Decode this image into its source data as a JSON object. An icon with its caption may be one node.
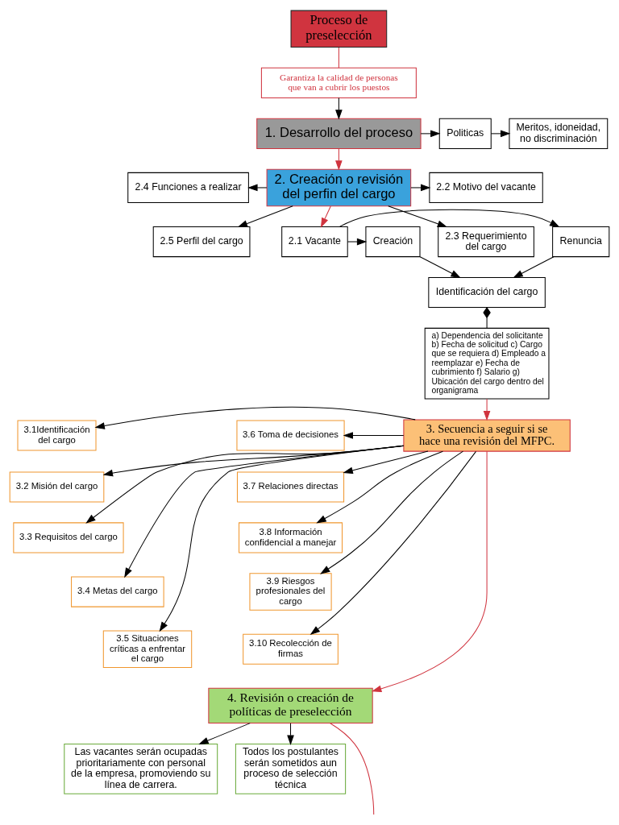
{
  "diagram": {
    "nodes": [
      {
        "text": [
          "Proceso de preselección"
        ]
      },
      {
        "text": [
          "Garantiza la calidad de personas que van a cubrir los puestos"
        ]
      },
      {
        "text": [
          "1. Desarrollo del proceso"
        ]
      },
      {
        "text": [
          "Politicas"
        ]
      },
      {
        "text": [
          "Meritos, idoneidad, no discriminación"
        ]
      },
      {
        "text": [
          "2. Creación o revisión del perfin del cargo"
        ]
      },
      {
        "text": [
          "2.4 Funciones a realizar"
        ]
      },
      {
        "text": [
          "2.5 Perfil del cargo"
        ]
      },
      {
        "text": [
          "2.2 Motivo del vacante"
        ]
      },
      {
        "text": [
          "2.3 Requerimiento del cargo"
        ]
      },
      {
        "text": [
          "Creación"
        ]
      },
      {
        "text": [
          "2.1 Vacante"
        ]
      },
      {
        "text": [
          "Renuncia"
        ]
      },
      {
        "text": [
          "Identificación del cargo"
        ]
      },
      {
        "text": [
          "a) Dependencia del solicitante b) Fecha de solicitud c) Cargo que se requiera d) Empleado a reemplazar e) Fecha de cubrimiento f) Salario g) Ubicación del cargo dentro del organigrama"
        ]
      },
      {
        "text": [
          "3. Secuencia a seguir si se hace una revisión del MFPC."
        ]
      },
      {
        "text": [
          "3.1Identificación del cargo"
        ]
      },
      {
        "text": [
          "3.2 Misión del cargo"
        ]
      },
      {
        "text": [
          "3.3 Requisitos del cargo"
        ]
      },
      {
        "text": [
          "3.4 Metas del cargo"
        ]
      },
      {
        "text": [
          "3.5 Situaciones críticas a enfrentar el cargo"
        ]
      },
      {
        "text": [
          "3.6 Toma de decisiones"
        ]
      },
      {
        "text": [
          "3.7 Relaciones directas"
        ]
      },
      {
        "text": [
          "3.8 Información confidencial a manejar"
        ]
      },
      {
        "text": [
          "3.9 Riesgos profesionales del cargo"
        ]
      },
      {
        "text": [
          "3.10 Recolección de firmas"
        ]
      },
      {
        "text": [
          "4. Revisión o creación de políticas de preselección"
        ]
      },
      {
        "text": [
          "Las vacantes serán ocupadas prioritariamente con personal de la empresa, promoviendo su línea de carrera."
        ]
      },
      {
        "text": [
          "Todos los postulantes serán sometidos aun proceso de selección técnica"
        ]
      }
    ],
    "edges": [
      {
        "from": 0,
        "to": 1,
        "arrow": "none",
        "color": "#d0343f"
      },
      {
        "from": 1,
        "to": 2,
        "arrow": "to"
      },
      {
        "from": 2,
        "to": 3,
        "arrow": "to"
      },
      {
        "from": 3,
        "to": 4,
        "arrow": "to"
      },
      {
        "from": 2,
        "to": 5,
        "arrow": "to",
        "color": "#d0343f"
      },
      {
        "from": 5,
        "to": 6,
        "arrow": "to"
      },
      {
        "from": 5,
        "to": 7,
        "arrow": "to"
      },
      {
        "from": 5,
        "to": 8,
        "arrow": "to"
      },
      {
        "from": 5,
        "to": 9,
        "arrow": "to"
      },
      {
        "from": 5,
        "to": 11,
        "arrow": "to",
        "color": "#d0343f"
      },
      {
        "from": 11,
        "to": 10,
        "arrow": "to"
      },
      {
        "from": 11,
        "to": 12,
        "arrow": "to"
      },
      {
        "from": 10,
        "to": 13,
        "arrow": "to"
      },
      {
        "from": 12,
        "to": 13,
        "arrow": "to"
      },
      {
        "from": 13,
        "to": 14,
        "arrow": "other"
      },
      {
        "from": 14,
        "to": 15,
        "arrow": "to",
        "color": "#d0343f"
      },
      {
        "from": 15,
        "to": 16,
        "arrow": "to"
      },
      {
        "from": 15,
        "to": 17,
        "arrow": "to"
      },
      {
        "from": 15,
        "to": 18,
        "arrow": "to"
      },
      {
        "from": 15,
        "to": 19,
        "arrow": "to"
      },
      {
        "from": 15,
        "to": 20,
        "arrow": "to"
      },
      {
        "from": 15,
        "to": 21,
        "arrow": "to"
      },
      {
        "from": 15,
        "to": 22,
        "arrow": "to"
      },
      {
        "from": 15,
        "to": 23,
        "arrow": "to"
      },
      {
        "from": 15,
        "to": 24,
        "arrow": "to"
      },
      {
        "from": 15,
        "to": 25,
        "arrow": "to"
      },
      {
        "from": 15,
        "to": 26,
        "arrow": "to",
        "color": "#d0343f"
      },
      {
        "from": 26,
        "to": 27,
        "arrow": "to"
      },
      {
        "from": 26,
        "to": 28,
        "arrow": "to"
      },
      {
        "from": 26,
        "to": null,
        "arrow": "none",
        "color": "#d0343f"
      }
    ]
  }
}
